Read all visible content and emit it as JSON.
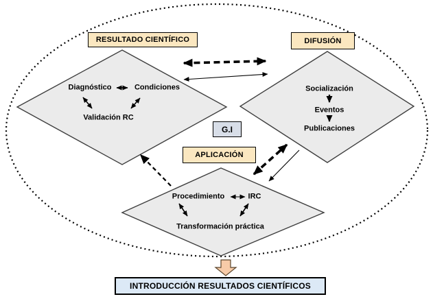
{
  "boxes": {
    "resultado": "RESULTADO CIENTÍFICO",
    "difusion": "DIFUSIÓN",
    "aplicacion": "APLICACIÓN",
    "gi": "G.I",
    "output": "INTRODUCCIÓN RESULTADOS CIENTÍFICOS"
  },
  "diamonds": {
    "resultado": {
      "items": [
        "Diagnóstico",
        "Condiciones",
        "Validación RC"
      ]
    },
    "difusion": {
      "items": [
        "Socialización",
        "Eventos",
        "Publicaciones"
      ]
    },
    "aplicacion": {
      "items": [
        "Procedimiento",
        "IRC",
        "Transformación práctica"
      ]
    }
  },
  "colors": {
    "label_box_bg": "#FBE7C0",
    "gi_box_bg": "#D8DEE8",
    "output_box_bg": "#DCE9F6",
    "diamond_fill": "#EBEBEB",
    "diamond_border": "#3F3F3F",
    "arrow_color": "#000000",
    "block_arrow_fill": "#F7CBA8"
  }
}
